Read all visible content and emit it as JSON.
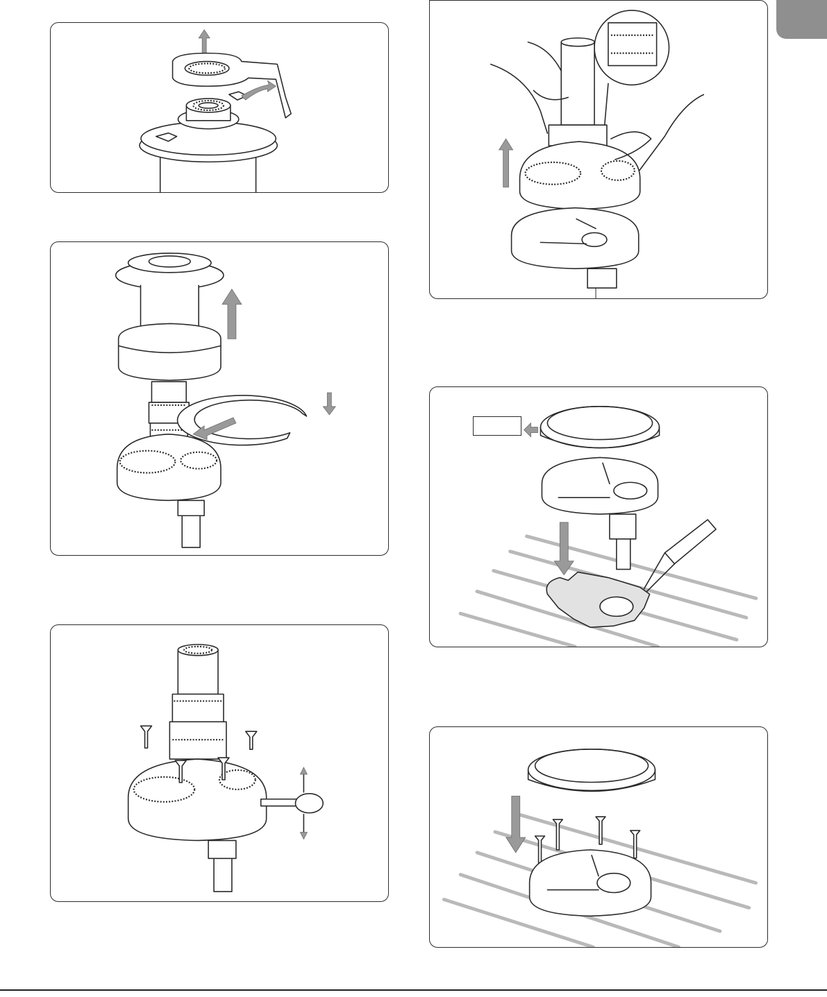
{
  "page": {
    "tab_color": "#8f8f8f",
    "line_color": "#2a2a2a",
    "arrow_color": "#9a9a9a"
  },
  "figures": [
    {
      "id": "fig-1",
      "icon": "stripper-arm-removal"
    },
    {
      "id": "fig-2",
      "icon": "drum-and-ring-removal"
    },
    {
      "id": "fig-3",
      "icon": "gearbox-screws-and-handle"
    },
    {
      "id": "fig-4",
      "icon": "gear-cage-lift-out"
    },
    {
      "id": "fig-5",
      "icon": "base-plate-gasket-sealant",
      "label_text": ""
    },
    {
      "id": "fig-6",
      "icon": "base-plate-screw-refit"
    }
  ]
}
